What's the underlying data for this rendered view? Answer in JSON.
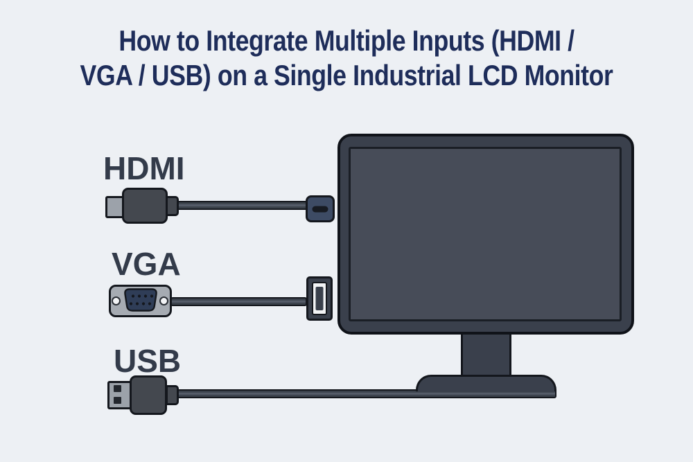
{
  "title": {
    "line1": "How to Integrate Multiple Inputs (HDMI /",
    "line2": "VGA / USB) on a Single Industrial LCD Monitor"
  },
  "labels": {
    "hdmi": "HDMI",
    "vga": "VGA",
    "usb": "USB"
  },
  "icons": {
    "hdmi": "hdmi-connector-icon",
    "vga": "vga-connector-icon",
    "usb": "usb-connector-icon",
    "monitor": "lcd-monitor-icon"
  },
  "colors": {
    "background": "#edf0f4",
    "title_text": "#1e2d5a",
    "label_text": "#333b4a",
    "device_dark": "#3a404c",
    "screen_fill": "#474c58",
    "outline": "#14171d",
    "connector_body": "#44484f",
    "metal_gray": "#9ca2aa",
    "vga_shell": "#a6abb2",
    "dsub_navy": "#2f3d57",
    "hdmi_port_navy": "#3d4b64",
    "port_white": "#f2f3f5",
    "slot_dark": "#171b22"
  }
}
